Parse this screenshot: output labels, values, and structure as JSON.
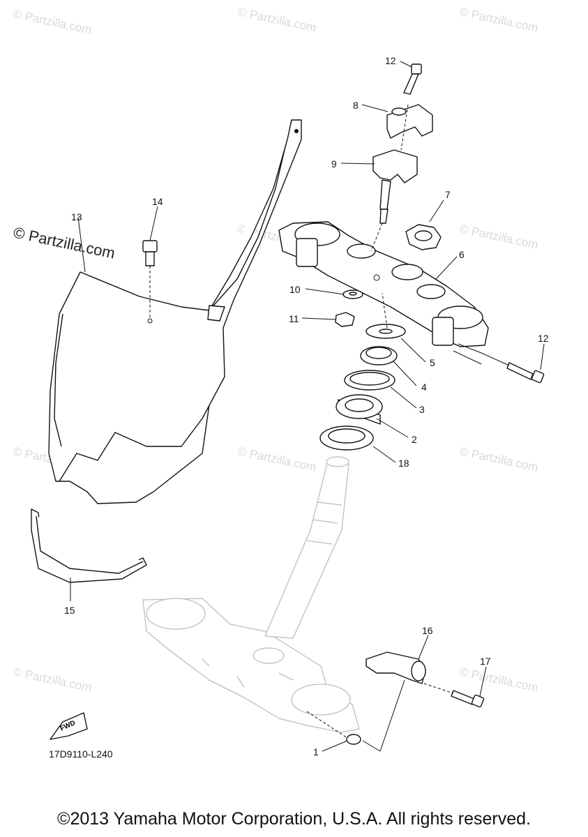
{
  "callouts": {
    "c1": "1",
    "c2": "2",
    "c3": "3",
    "c4": "4",
    "c5": "5",
    "c6": "6",
    "c7": "7",
    "c8": "8",
    "c9": "9",
    "c10": "10",
    "c11": "11",
    "c12a": "12",
    "c12b": "12",
    "c13": "13",
    "c14": "14",
    "c15": "15",
    "c16": "16",
    "c17": "17",
    "c18": "18"
  },
  "diagram_code": "17D9110-L240",
  "fwd_label": "FWD",
  "watermark": {
    "small": "© Partzilla.com",
    "large": "© Partzilla.com"
  },
  "copyright": "©2013 Yamaha Motor Corporation, U.S.A. All rights reserved.",
  "colors": {
    "line": "#111111",
    "ghost": "#bdbdbd",
    "watermark": "#d9d9d9"
  }
}
